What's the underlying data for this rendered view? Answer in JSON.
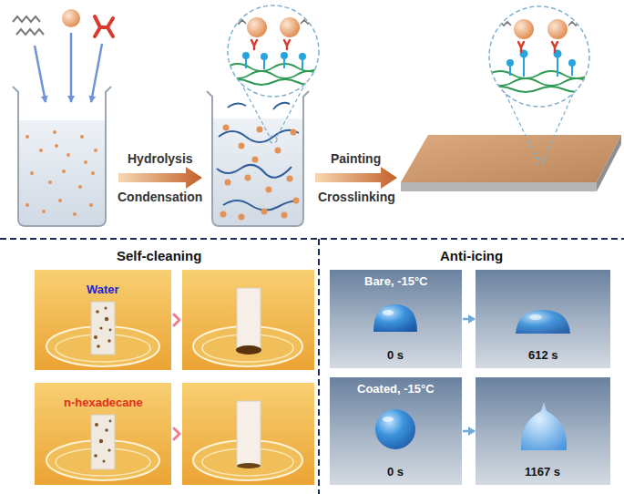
{
  "diagram": {
    "nodes": [
      {
        "text": [
          "Self-cleaning"
        ]
      },
      {
        "text": [
          "Water"
        ],
        "in": 0
      },
      {
        "text": [
          "n-hexadecane"
        ],
        "in": 0
      },
      {
        "text": [
          "Anti-icing"
        ]
      },
      {
        "text": [
          "Bare, -15°C",
          "0 s"
        ],
        "in": 3
      },
      {
        "text": [
          "612 s"
        ],
        "in": 3
      },
      {
        "text": [
          "Coated, -15°C",
          "0 s"
        ],
        "in": 3
      },
      {
        "text": [
          "1167 s"
        ],
        "in": 3
      }
    ],
    "edges": [
      {
        "from": 4,
        "to": 5,
        "arrow": "to"
      },
      {
        "from": 6,
        "to": 7,
        "arrow": "to"
      }
    ],
    "labels": [
      "Hydrolysis",
      "Condensation",
      "Painting",
      "Crosslinking"
    ]
  }
}
